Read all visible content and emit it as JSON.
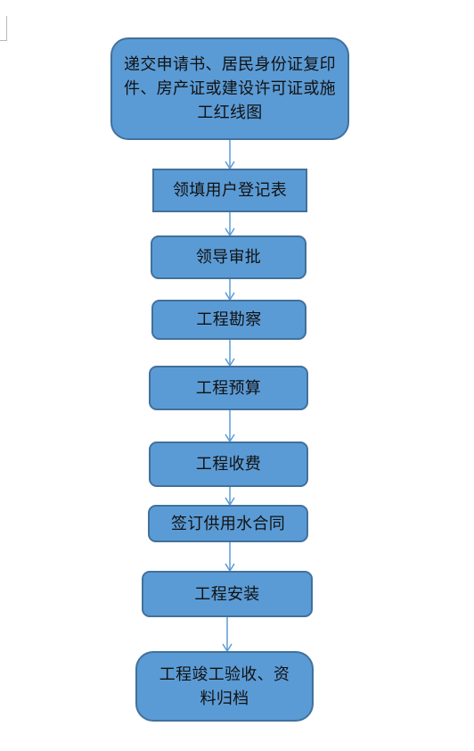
{
  "flowchart": {
    "steps": [
      {
        "label": "递交申请书、居民身份证复印件、房产证或建设许可证或施工红线图"
      },
      {
        "label": "领填用户登记表"
      },
      {
        "label": "领导审批"
      },
      {
        "label": "工程勘察"
      },
      {
        "label": "工程预算"
      },
      {
        "label": "工程收费"
      },
      {
        "label": "签订供用水合同"
      },
      {
        "label": "工程安装"
      },
      {
        "label": "工程竣工验收、资料归档"
      }
    ]
  }
}
